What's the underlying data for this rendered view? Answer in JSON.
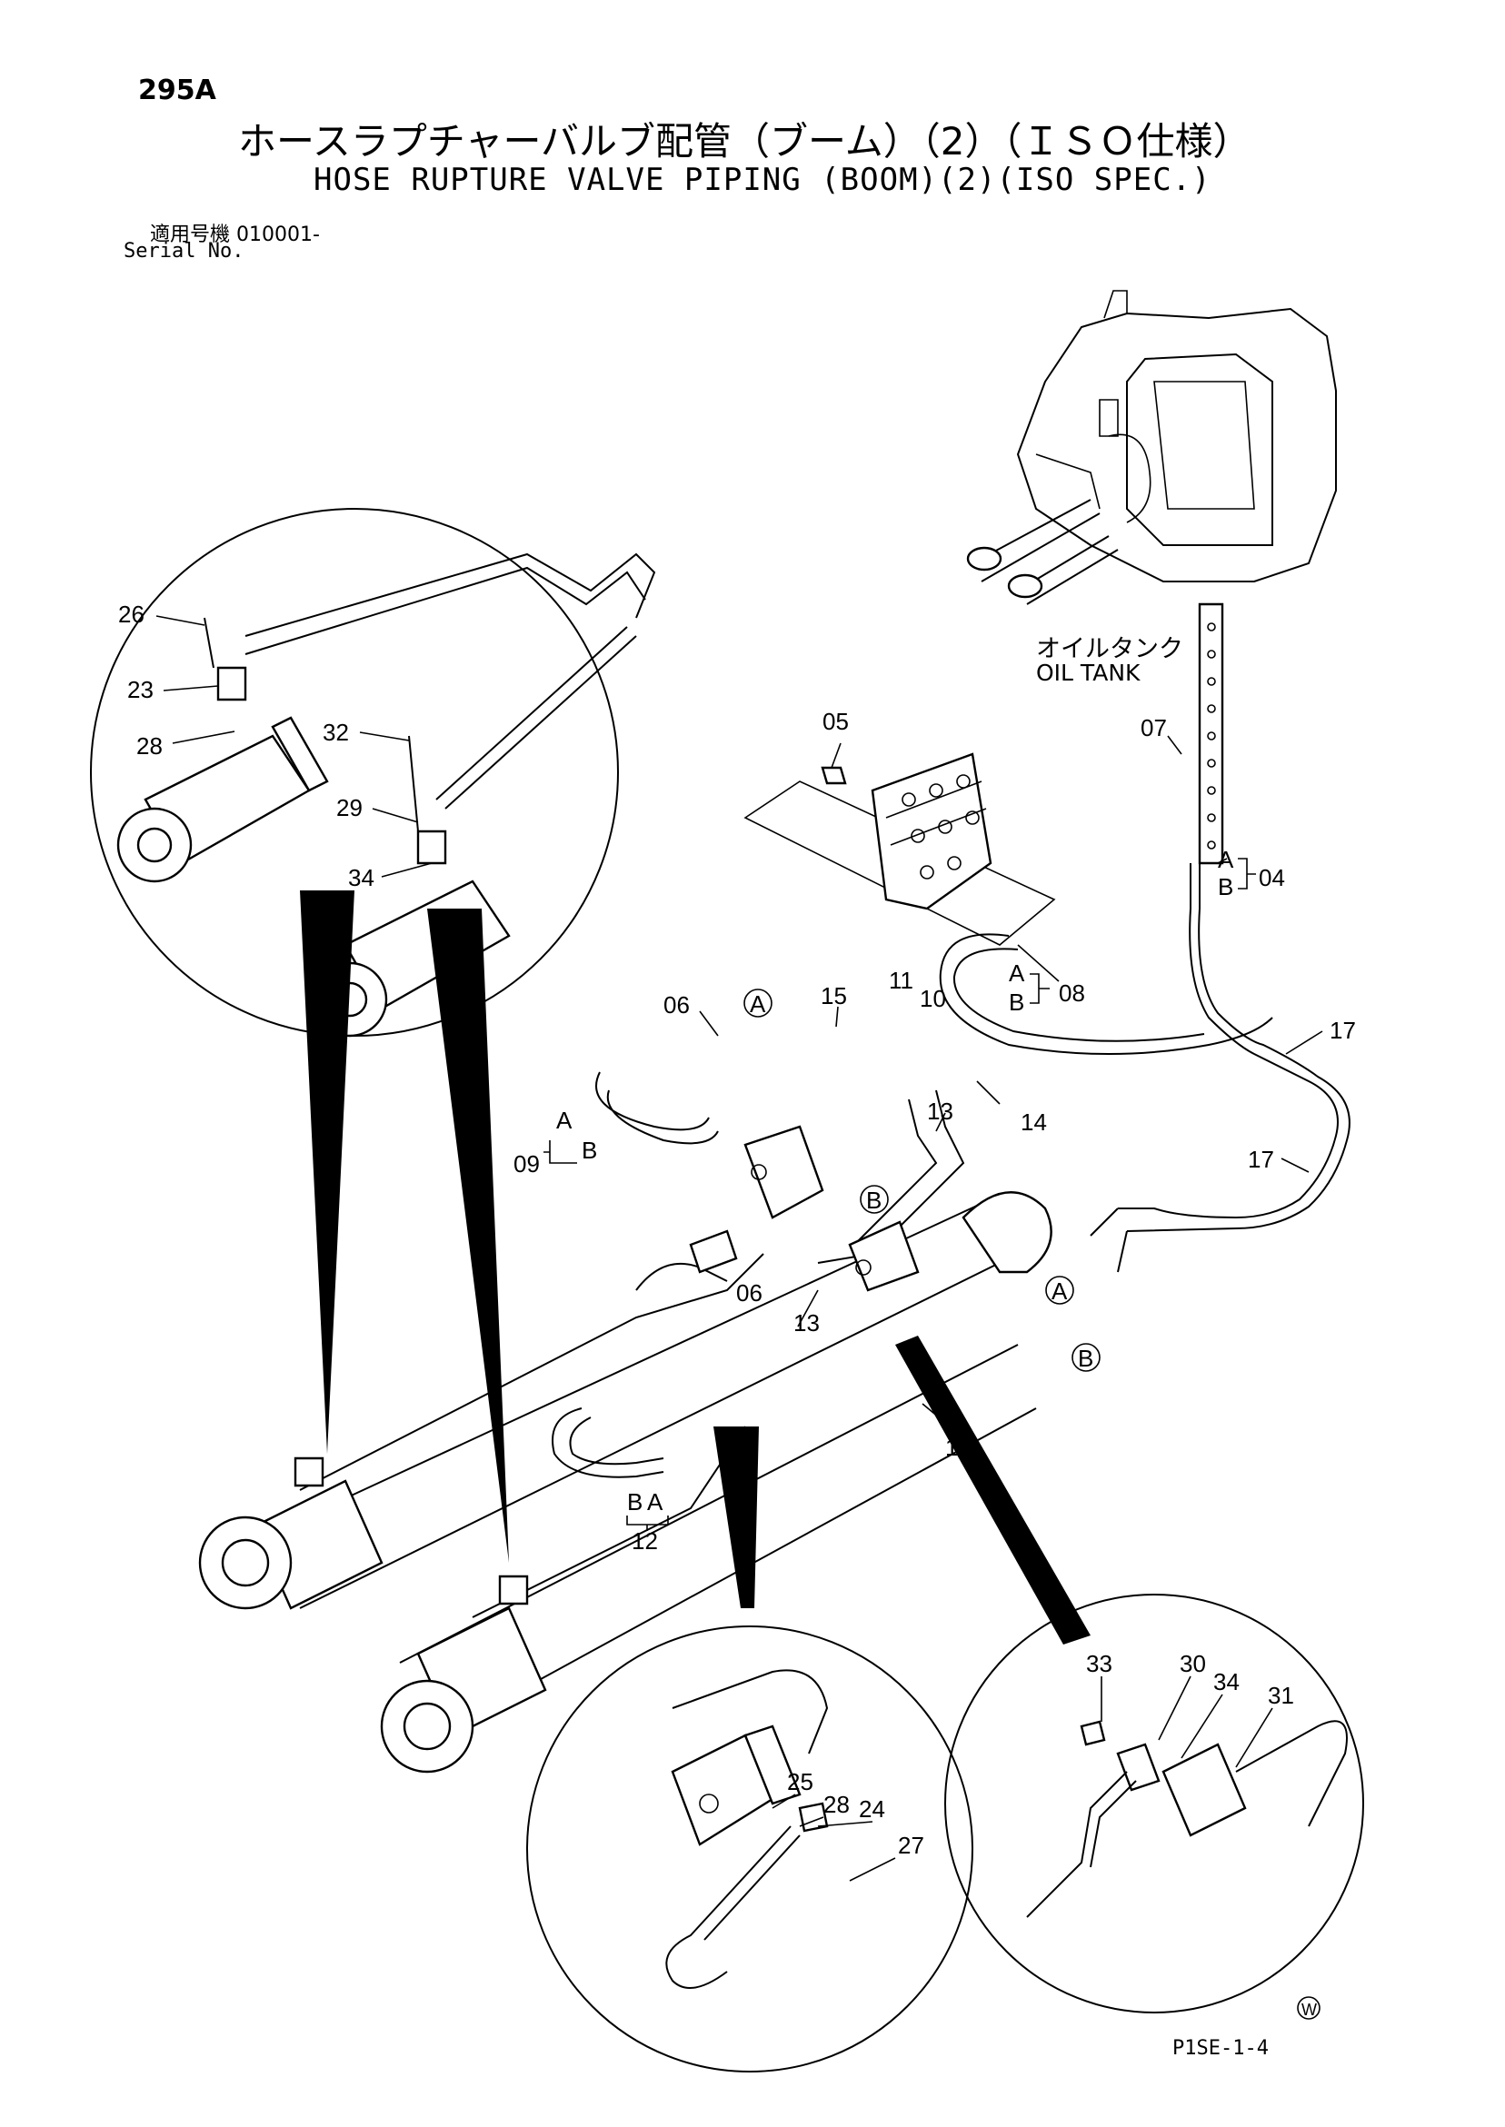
{
  "header": {
    "page_number": "295A",
    "title_jp": "ホースラプチャーバルブ配管（ブーム）（2）（ＩＳＯ仕様）",
    "title_en": "HOSE RUPTURE VALVE PIPING (BOOM)(2)(ISO SPEC.)",
    "serial_label_jp": "適用号機 010001-",
    "serial_label_en": "Serial No."
  },
  "annotations": {
    "oil_tank_jp": "オイルタンク",
    "oil_tank_en": "OIL TANK",
    "connection_a": "A",
    "connection_b": "B",
    "watermark": "W"
  },
  "part_labels": {
    "p04": "04",
    "p05": "05",
    "p06a": "06",
    "p06b": "06",
    "p07": "07",
    "p08": "08",
    "p09": "09",
    "p10": "10",
    "p11": "11",
    "p12": "12",
    "p13a": "13",
    "p13b": "13",
    "p14": "14",
    "p15": "15",
    "p17a": "17",
    "p17b": "17",
    "p18": "18",
    "p23": "23",
    "p24": "24",
    "p25": "25",
    "p26": "26",
    "p27": "27",
    "p28a": "28",
    "p28b": "28",
    "p29": "29",
    "p30": "30",
    "p31": "31",
    "p32": "32",
    "p33": "33",
    "p34a": "34",
    "p34b": "34"
  },
  "hose_end_labels": {
    "h04a": "A",
    "h04b": "B",
    "h08a": "A",
    "h08b": "B",
    "h09a": "A",
    "h09b": "B",
    "h12b": "B",
    "h12a": "A"
  },
  "footer": {
    "drawing_code": "P1SE-1-4"
  }
}
